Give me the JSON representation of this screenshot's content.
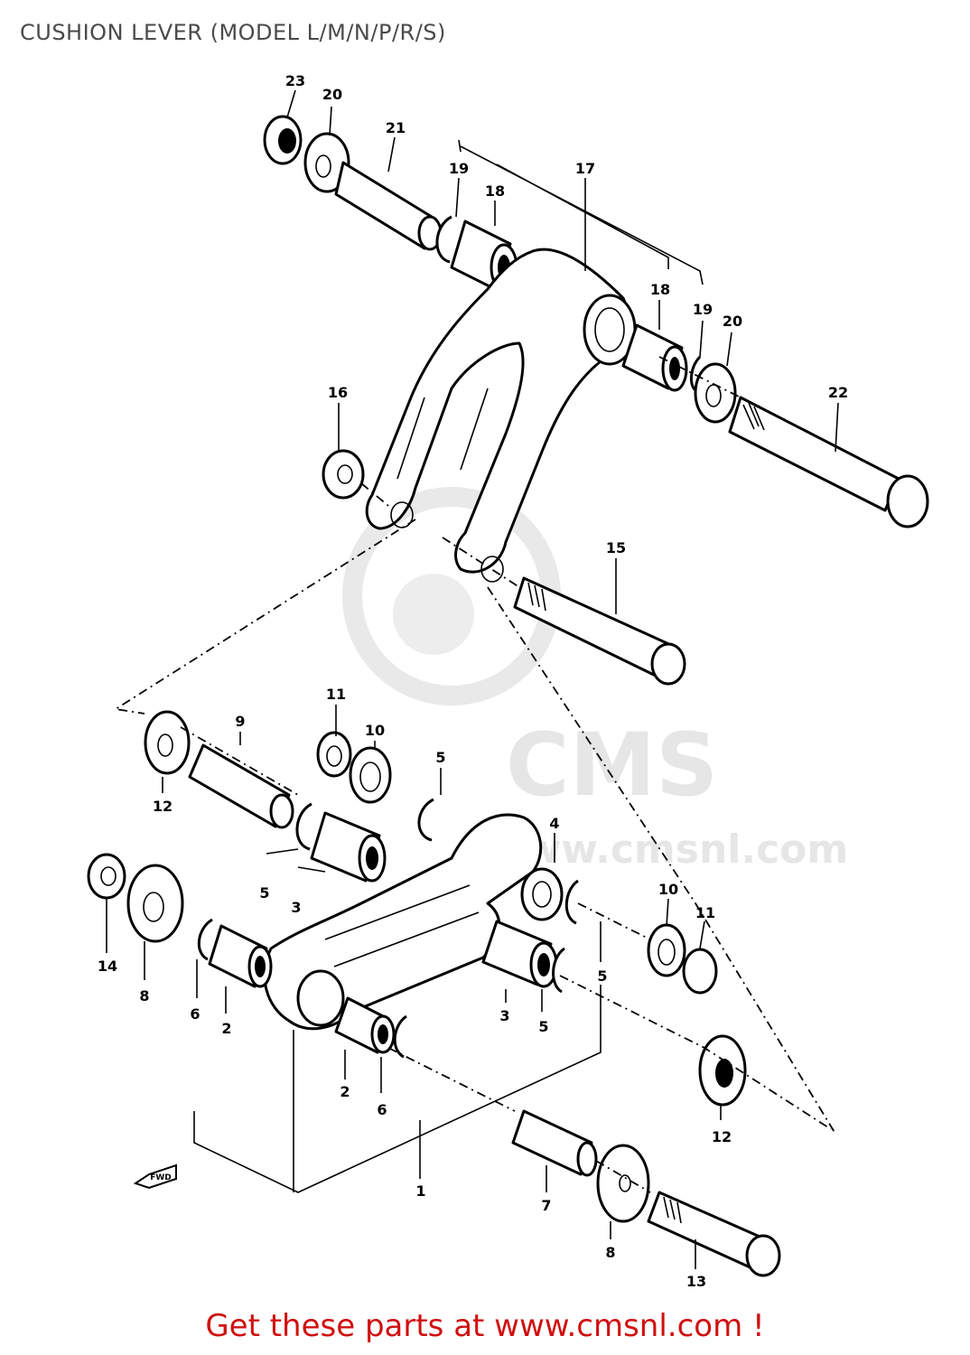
{
  "title": "CUSHION LEVER (MODEL L/M/N/P/R/S)",
  "footer": "Get these parts at www.cmsnl.com !",
  "watermark": {
    "main": "CMS",
    "sub": "www.cmsnl.com"
  },
  "arrow_label": "FWD",
  "colors": {
    "footer_text": "#d01010",
    "title_text": "#4a4a4a",
    "lines": "#000000",
    "watermark": "#e6e6e6"
  },
  "callouts": [
    {
      "id": "c23",
      "text": "23"
    },
    {
      "id": "c20a",
      "text": "20"
    },
    {
      "id": "c21",
      "text": "21"
    },
    {
      "id": "c19a",
      "text": "19"
    },
    {
      "id": "c18a",
      "text": "18"
    },
    {
      "id": "c17",
      "text": "17"
    },
    {
      "id": "c18b",
      "text": "18"
    },
    {
      "id": "c19b",
      "text": "19"
    },
    {
      "id": "c20b",
      "text": "20"
    },
    {
      "id": "c22",
      "text": "22"
    },
    {
      "id": "c16",
      "text": "16"
    },
    {
      "id": "c15",
      "text": "15"
    },
    {
      "id": "c9",
      "text": "9"
    },
    {
      "id": "c11a",
      "text": "11"
    },
    {
      "id": "c10a",
      "text": "10"
    },
    {
      "id": "c5a",
      "text": "5"
    },
    {
      "id": "c12a",
      "text": "12"
    },
    {
      "id": "c4",
      "text": "4"
    },
    {
      "id": "c5b",
      "text": "5"
    },
    {
      "id": "c3a",
      "text": "3"
    },
    {
      "id": "c10b",
      "text": "10"
    },
    {
      "id": "c11b",
      "text": "11"
    },
    {
      "id": "c14",
      "text": "14"
    },
    {
      "id": "c8a",
      "text": "8"
    },
    {
      "id": "c6a",
      "text": "6"
    },
    {
      "id": "c2a",
      "text": "2"
    },
    {
      "id": "c3b",
      "text": "3"
    },
    {
      "id": "c5c",
      "text": "5"
    },
    {
      "id": "c5d",
      "text": "5"
    },
    {
      "id": "c2b",
      "text": "2"
    },
    {
      "id": "c6b",
      "text": "6"
    },
    {
      "id": "c12b",
      "text": "12"
    },
    {
      "id": "c1",
      "text": "1"
    },
    {
      "id": "c7",
      "text": "7"
    },
    {
      "id": "c8b",
      "text": "8"
    },
    {
      "id": "c13",
      "text": "13"
    }
  ]
}
